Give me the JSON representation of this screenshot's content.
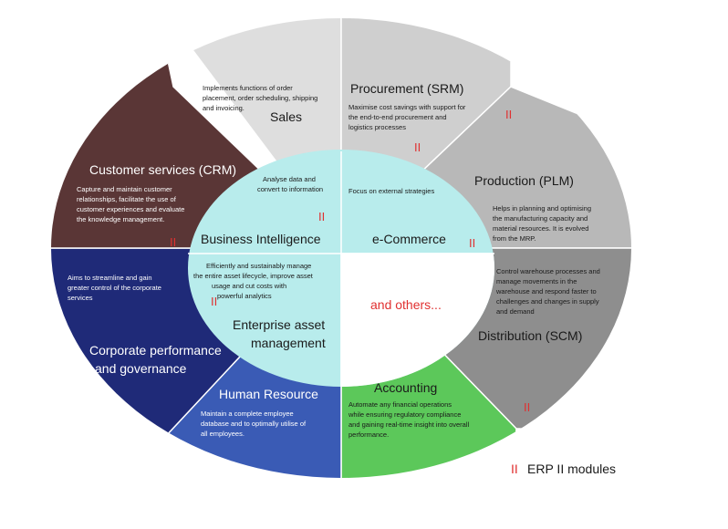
{
  "sections": {
    "sales": {
      "title": "Sales",
      "desc": [
        "Implements functions of order",
        "placement, order scheduling, shipping",
        "and invoicing."
      ],
      "color": "#dedede"
    },
    "procurement": {
      "title": "Procurement (SRM)",
      "desc": [
        "Maximise cost savings with support for",
        "the end-to-end procurement and",
        "logistics processes"
      ],
      "color": "#cfcfcf"
    },
    "production": {
      "title": "Production (PLM)",
      "desc": [
        "Helps in planning and optimising",
        "the manufacturing capacity and",
        "material resources. It is evolved",
        "from the MRP."
      ],
      "color": "#b8b8b8"
    },
    "distribution": {
      "title": "Distribution (SCM)",
      "desc": [
        "Control warehouse processes and",
        "manage movements in the",
        "warehouse and respond faster to",
        "challenges and changes in supply",
        "and demand"
      ],
      "color": "#8e8e8e"
    },
    "accounting": {
      "title": "Accounting",
      "desc": [
        "Automate any financial operations",
        "while ensuring regulatory compliance",
        "and gaining real-time insight into overall",
        "performance."
      ],
      "color": "#5cc85a"
    },
    "human_resource": {
      "title": "Human Resource",
      "desc": [
        "Maintain a complete employee",
        "database and to optimally utilise of",
        "all  employees."
      ],
      "color": "#3a5bb5"
    },
    "corporate": {
      "title": [
        "Corporate performance",
        "and governance"
      ],
      "desc": [
        "Aims to streamline and gain",
        "greater control of the corporate",
        "services"
      ],
      "color": "#1f2a78"
    },
    "customer_services": {
      "title": "Customer services (CRM)",
      "desc": [
        "Capture and maintain customer",
        "relationships, facilitate the use of",
        "customer experiences and evaluate",
        "the knowledge management."
      ],
      "color": "#5a3636"
    }
  },
  "inner": {
    "business_intelligence": {
      "title": "Business Intelligence",
      "desc": [
        "Analyse data and",
        "convert to information"
      ]
    },
    "ecommerce": {
      "title": "e-Commerce",
      "desc": [
        "Focus on external strategies"
      ]
    },
    "enterprise_asset": {
      "title": [
        "Enterprise asset",
        "management"
      ],
      "desc": [
        "Efficiently and sustainably manage",
        "the entire asset lifecycle, improve asset",
        "usage and cut costs with",
        "powerful analytics"
      ]
    },
    "others": {
      "title": "and others..."
    },
    "colors": {
      "inner_fill": "#b8ecec",
      "others_fill": "#ffffff"
    }
  },
  "marker": "II",
  "legend": {
    "marker": "II",
    "label": "ERP II modules"
  },
  "colors": {
    "marker_red": "#e03030"
  }
}
